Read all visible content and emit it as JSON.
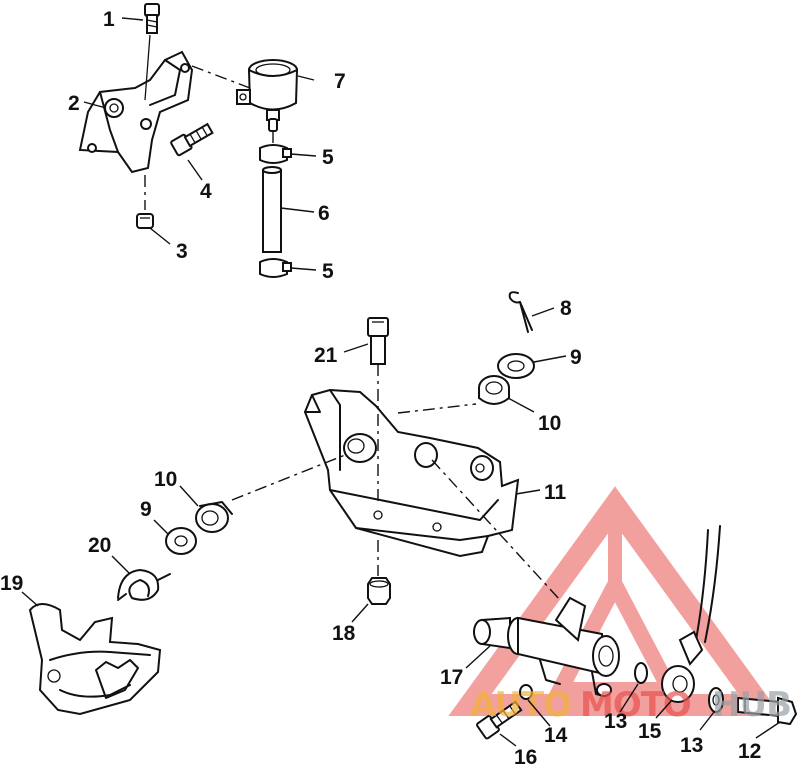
{
  "callouts": [
    {
      "id": "c1",
      "label": "1"
    },
    {
      "id": "c2",
      "label": "2"
    },
    {
      "id": "c3",
      "label": "3"
    },
    {
      "id": "c4",
      "label": "4"
    },
    {
      "id": "c5a",
      "label": "5"
    },
    {
      "id": "c5b",
      "label": "5"
    },
    {
      "id": "c6",
      "label": "6"
    },
    {
      "id": "c7",
      "label": "7"
    },
    {
      "id": "c8",
      "label": "8"
    },
    {
      "id": "c9a",
      "label": "9"
    },
    {
      "id": "c9b",
      "label": "9"
    },
    {
      "id": "c10a",
      "label": "10"
    },
    {
      "id": "c10b",
      "label": "10"
    },
    {
      "id": "c11",
      "label": "11"
    },
    {
      "id": "c12",
      "label": "12"
    },
    {
      "id": "c13a",
      "label": "13"
    },
    {
      "id": "c13b",
      "label": "13"
    },
    {
      "id": "c14",
      "label": "14"
    },
    {
      "id": "c15",
      "label": "15"
    },
    {
      "id": "c16",
      "label": "16"
    },
    {
      "id": "c17",
      "label": "17"
    },
    {
      "id": "c18",
      "label": "18"
    },
    {
      "id": "c19",
      "label": "19"
    },
    {
      "id": "c20",
      "label": "20"
    },
    {
      "id": "c21",
      "label": "21"
    }
  ],
  "watermark": {
    "word_1": "AUTO",
    "word_2": "MOTO",
    "word_3": "HUB",
    "color_triangle": "#e8534f",
    "color_auto": "#f3b23a",
    "color_moto": "#e8534f",
    "color_hub": "#9aa0a6"
  }
}
